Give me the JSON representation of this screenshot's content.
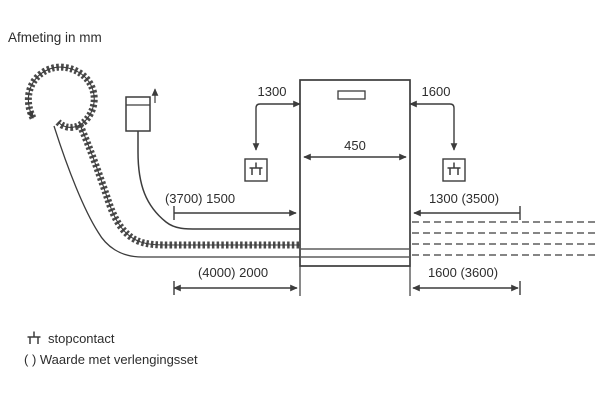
{
  "title": "Afmeting in mm",
  "dimensions": {
    "cable_left": "1300",
    "cable_right": "1600",
    "appliance_width": "450",
    "supply_left": "(3700) 1500",
    "drain_right": "1300 (3500)",
    "total_left": "(4000) 2000",
    "total_right": "1600 (3600)"
  },
  "legend": {
    "socket_label": "stopcontact",
    "note": "( ) Waarde met verlengingsset"
  },
  "icons": {
    "socket": "power-socket-icon"
  },
  "colors": {
    "line": "#3c3c3c",
    "text": "#2d2d2d",
    "background": "#ffffff"
  }
}
